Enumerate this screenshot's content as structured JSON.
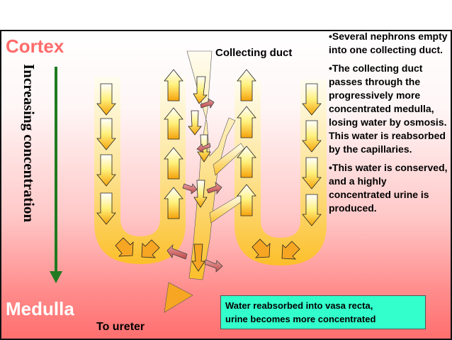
{
  "labels": {
    "cortex": "Cortex",
    "medulla": "Medulla",
    "gradient": "Increasing concentration",
    "collecting_duct": "Collecting duct",
    "to_ureter": "To ureter"
  },
  "notes": [
    "•Several nephrons empty into one collecting duct.",
    "•The collecting duct passes through the progressively more concentrated medulla, losing water by osmosis. This water is reabsorbed by the capillaries.",
    "•This water is conserved, and a highly concentrated urine is produced."
  ],
  "callout": {
    "line1": "Water reabsorbed into vasa recta,",
    "line2": "urine becomes more concentrated"
  },
  "colors": {
    "cortex_text": "#ff6b6b",
    "medulla_text": "#ffffff",
    "gradient_arrow": "#1f7a1f",
    "loop_top": "#fffbe6",
    "loop_bottom": "#fcc232",
    "flow_arrow_top": "#ffffff",
    "flow_arrow_bottom": "#f5a20b",
    "water_arrow": "#c85a5a",
    "callout_bg": "#33ffcc",
    "border": "#111111"
  },
  "icons": {
    "flow": "block-arrow",
    "water_out": "block-arrow-outward",
    "gradient": "arrow-down"
  }
}
